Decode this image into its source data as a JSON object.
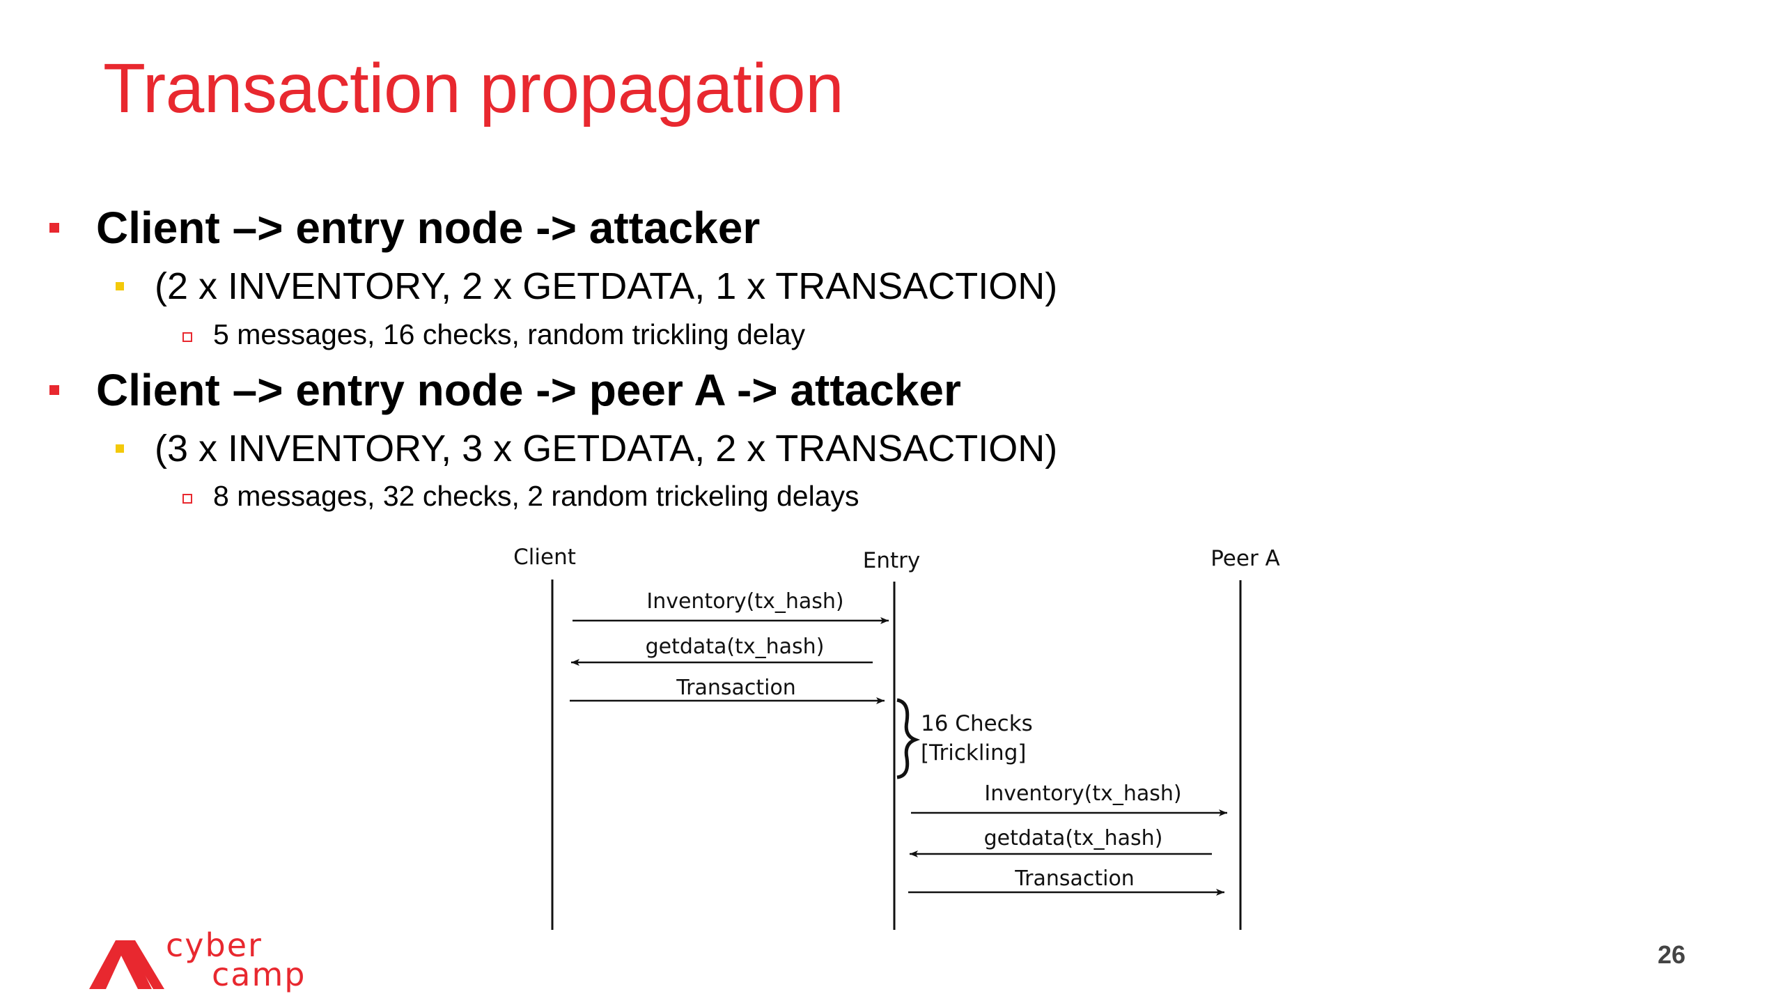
{
  "slide": {
    "title": "Transaction propagation",
    "page_number": "26",
    "accent_color": "#e8282f",
    "bullet_l2_color": "#f3c90a"
  },
  "bullets": {
    "b1": {
      "text": "Client –> entry node -> attacker",
      "sub": "(2 x INVENTORY, 2 x GETDATA, 1 x TRANSACTION)",
      "detail": "5 messages, 16 checks, random trickling delay"
    },
    "b2": {
      "text": "Client –> entry node -> peer A -> attacker",
      "sub": "(3 x INVENTORY, 3 x GETDATA, 2 x TRANSACTION)",
      "detail": "8 messages, 32 checks, 2 random trickeling delays"
    }
  },
  "diagram": {
    "participants": {
      "client": "Client",
      "entry": "Entry",
      "peer_a": "Peer A"
    },
    "messages": {
      "m1": "Inventory(tx_hash)",
      "m2": "getdata(tx_hash)",
      "m3": "Transaction",
      "m4": "Inventory(tx_hash)",
      "m5": "getdata(tx_hash)",
      "m6": "Transaction"
    },
    "note_line1": "16 Checks",
    "note_line2": "[Trickling]"
  },
  "logo": {
    "line1": "cyber",
    "line2": "camp"
  }
}
